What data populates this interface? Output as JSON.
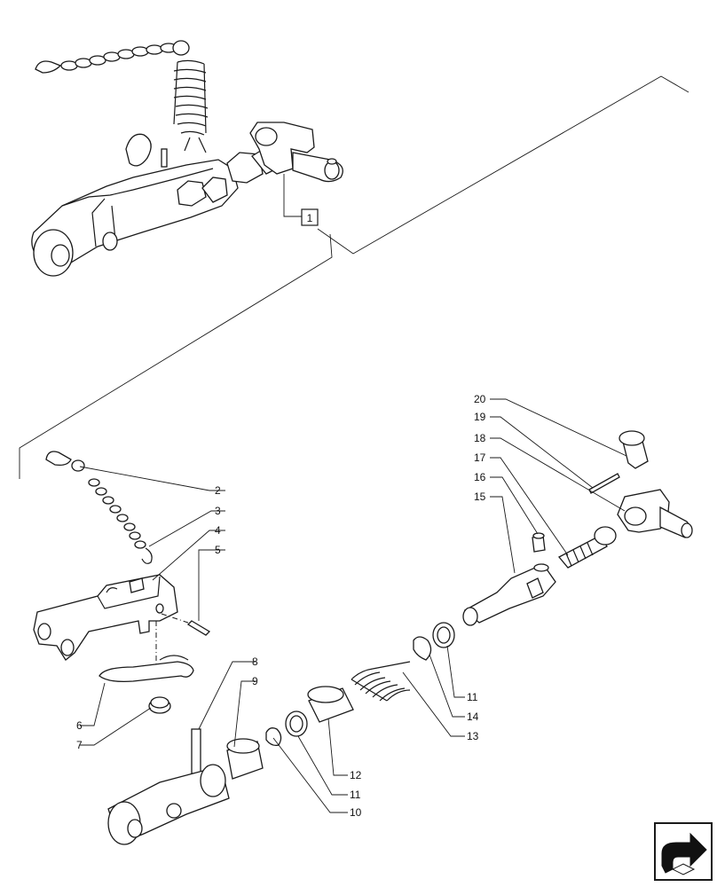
{
  "callout_main": "1",
  "labels": {
    "p2": "2",
    "p3": "3",
    "p4": "4",
    "p5": "5",
    "p6": "6",
    "p7": "7",
    "p8": "8",
    "p9": "9",
    "p10": "10",
    "p11a": "11",
    "p11b": "11",
    "p12": "12",
    "p13": "13",
    "p14": "14",
    "p15": "15",
    "p16": "16",
    "p17": "17",
    "p18": "18",
    "p19": "19",
    "p20": "20"
  },
  "nav_icon": "next-page-arrow-icon"
}
